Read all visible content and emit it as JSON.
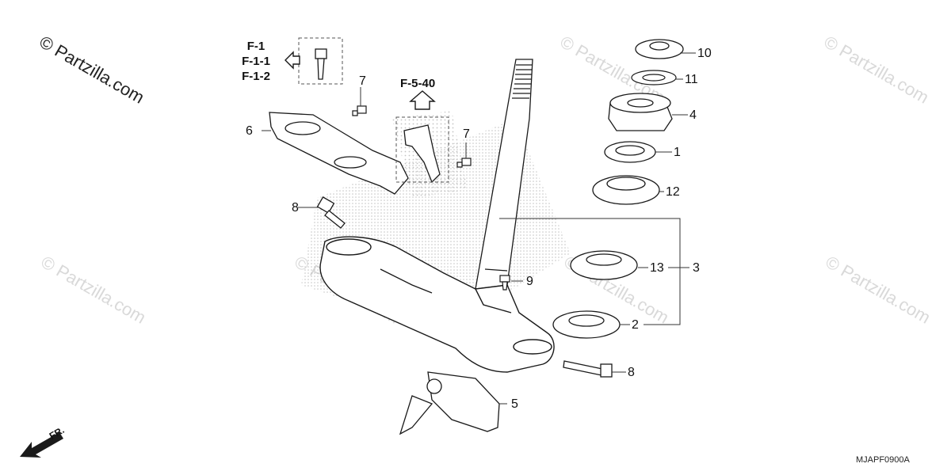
{
  "watermark": {
    "primary": "© Partzilla.com",
    "faint": "© Partzilla.com"
  },
  "references": {
    "group_a": [
      "F-1",
      "F-1-1",
      "F-1-2"
    ],
    "group_b": "F-5-40"
  },
  "callouts": {
    "p1": "1",
    "p2": "2",
    "p3": "3",
    "p4": "4",
    "p5": "5",
    "p6": "6",
    "p7a": "7",
    "p7b": "7",
    "p8a": "8",
    "p8b": "8",
    "p9": "9",
    "p10": "10",
    "p11": "11",
    "p12": "12",
    "p13": "13"
  },
  "direction_label": "FR.",
  "diagram_code": "MJAPF0900A",
  "colors": {
    "line": "#1a1a1a",
    "stipple": "#bdbdbd",
    "watermark": "#d9d9d9"
  }
}
